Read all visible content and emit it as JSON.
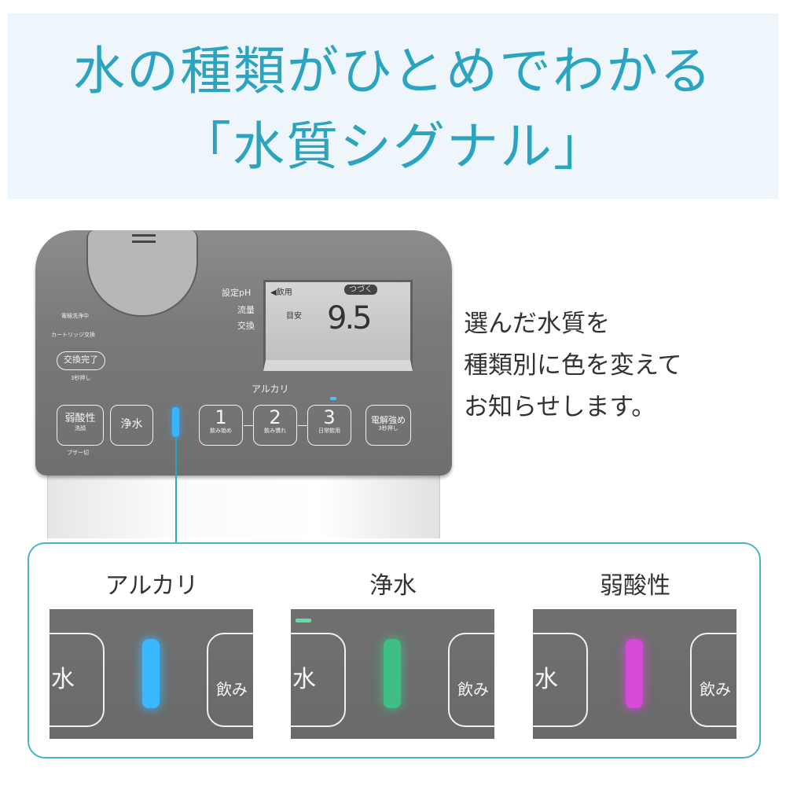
{
  "banner": {
    "line1": "水の種類がひとめでわかる",
    "line2": "「水質シグナル」"
  },
  "panel": {
    "labels": {
      "ph": "設定pH",
      "flow": "流量",
      "exchange": "交換"
    },
    "lcd": {
      "mode": "◀飲用",
      "badge": "つづく",
      "guide": "目安",
      "value": "9.5"
    },
    "left": {
      "cleaning": "電極洗浄中",
      "cartridge": "カートリッジ交換",
      "done": "交換完了",
      "done_sub": "3秒押し"
    },
    "alkali_label": "アルカリ",
    "buttons": [
      {
        "label": "弱酸性",
        "sub": "洗顔",
        "under": "ブザー切"
      },
      {
        "label": "浄水"
      },
      {
        "label": "1",
        "sub": "飲み始め"
      },
      {
        "label": "2",
        "sub": "飲み慣れ"
      },
      {
        "label": "3",
        "sub": "日常飲用"
      },
      {
        "label": "電解強め",
        "sub": "3秒押し"
      }
    ]
  },
  "description": [
    "選んだ水質を",
    "種類別に色を変えて",
    "お知らせします。"
  ],
  "signals": [
    {
      "label": "アルカリ",
      "color": "#3ab8ff",
      "btn_left": "水",
      "btn_right": "飲み"
    },
    {
      "label": "浄水",
      "color": "#3fbf85",
      "btn_left": "水",
      "btn_right": "飲み"
    },
    {
      "label": "弱酸性",
      "color": "#d64ad8",
      "btn_left": "水",
      "btn_right": "飲み"
    }
  ]
}
